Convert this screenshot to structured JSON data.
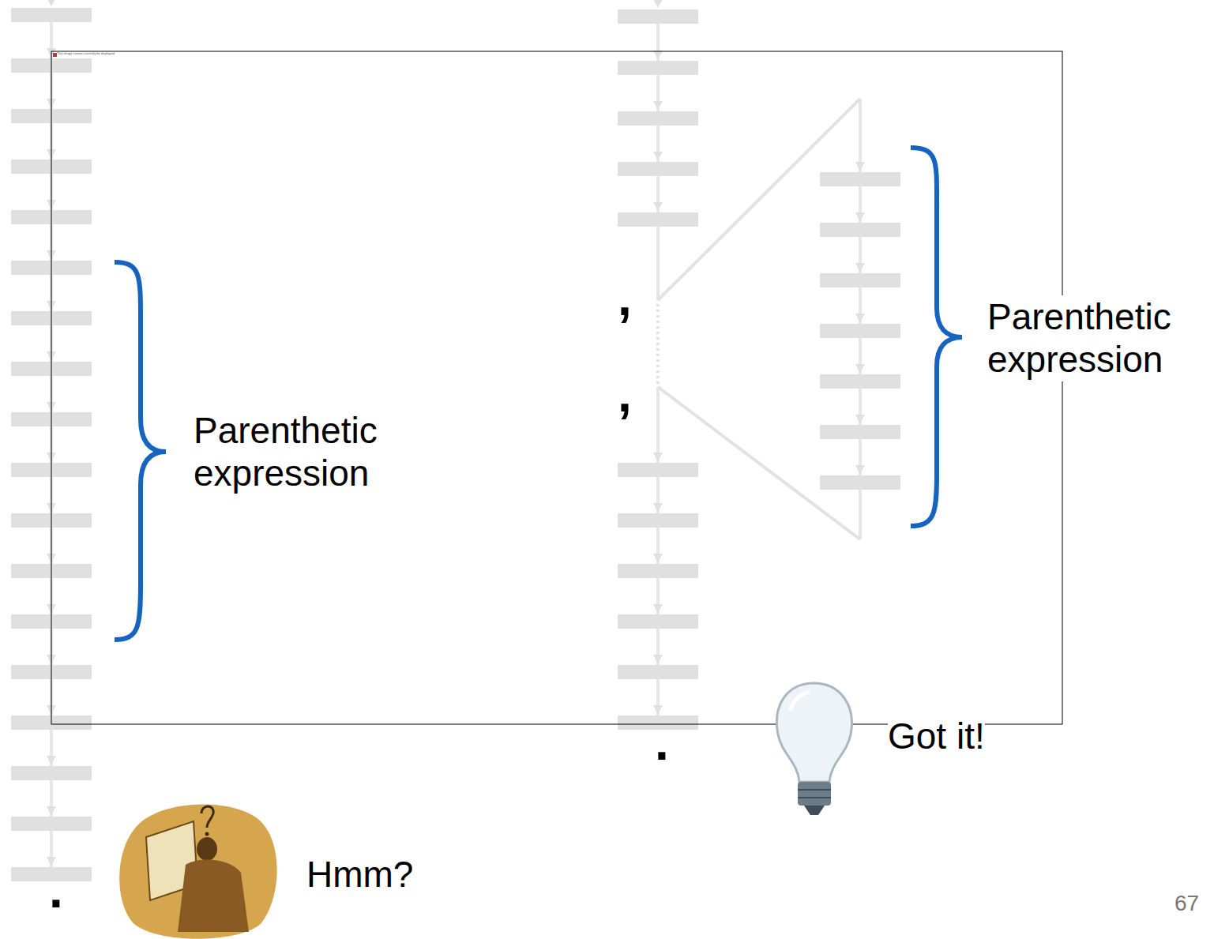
{
  "diagram": {
    "labels": [
      "This image cannot currently be displayed.",
      "Parenthetic expression",
      ",",
      ",",
      "Parenthetic expression",
      ".",
      "Got it!",
      ".",
      "Hmm?",
      "67"
    ]
  }
}
